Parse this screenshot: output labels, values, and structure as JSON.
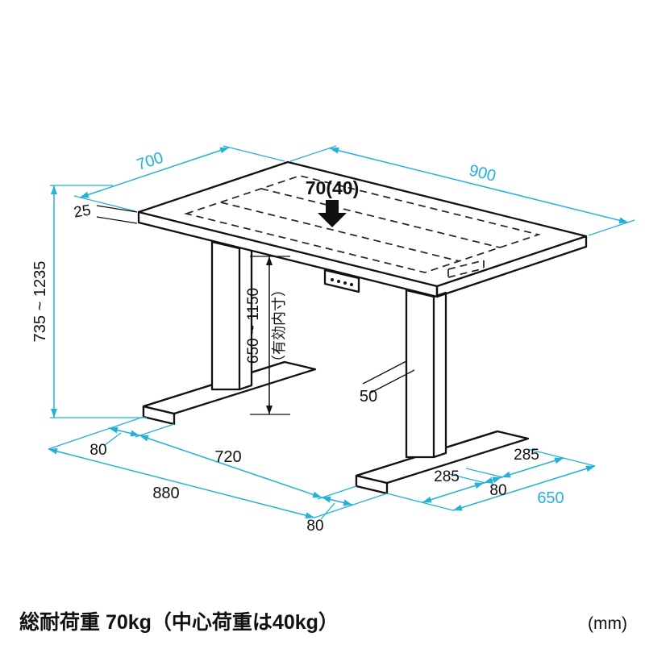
{
  "diagram": {
    "top_load": "70(40)",
    "dims": {
      "depth": "700",
      "width": "900",
      "top_thickness": "25",
      "height_range": "735 ~ 1235",
      "inner_height": "650 ~ 1150",
      "inner_height_note": "（有効内寸）",
      "column_depth": "50",
      "left_foot_width": "80",
      "feet_gap": "720",
      "outer_width": "880",
      "right_foot_width": "80",
      "foot_front_length": "285",
      "foot_rear_length": "285",
      "foot_center": "80",
      "foot_total_length": "650"
    },
    "colors": {
      "dimension_line": "#25b0d8",
      "drawing_line": "#111111"
    }
  },
  "footer": {
    "load_note": "総耐荷重 70kg（中心荷重は40kg）",
    "unit": "(mm)"
  }
}
